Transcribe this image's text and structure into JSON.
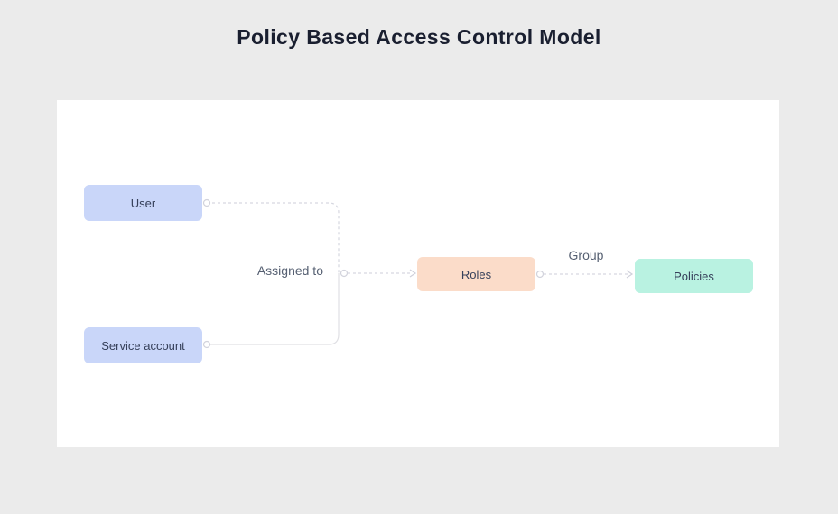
{
  "title": "Policy Based Access Control Model",
  "colors": {
    "page_background": "#ebebeb",
    "canvas_background": "#ffffff",
    "title_text": "#1a1f30",
    "node_text": "#36405a",
    "edge_line": "#d6d7e0",
    "edge_label_text": "#566072",
    "node_user_bg": "#c9d6f9",
    "node_service_account_bg": "#c9d6f9",
    "node_roles_bg": "#fbdcc9",
    "node_policies_bg": "#b9f2e1"
  },
  "diagram": {
    "nodes": [
      {
        "id": "user",
        "label": "User",
        "bg": "#c9d6f9"
      },
      {
        "id": "service-account",
        "label": "Service account",
        "bg": "#c9d6f9"
      },
      {
        "id": "roles",
        "label": "Roles",
        "bg": "#fbdcc9"
      },
      {
        "id": "policies",
        "label": "Policies",
        "bg": "#b9f2e1"
      }
    ],
    "edges": [
      {
        "from": "user",
        "to": "roles",
        "label": "Assigned to",
        "style": "dashed"
      },
      {
        "from": "service-account",
        "to": "roles",
        "label": "Assigned to",
        "style": "solid"
      },
      {
        "from": "roles",
        "to": "policies",
        "label": "Group",
        "style": "dashed"
      }
    ],
    "edge_labels": {
      "assigned_to": "Assigned to",
      "group": "Group"
    }
  }
}
